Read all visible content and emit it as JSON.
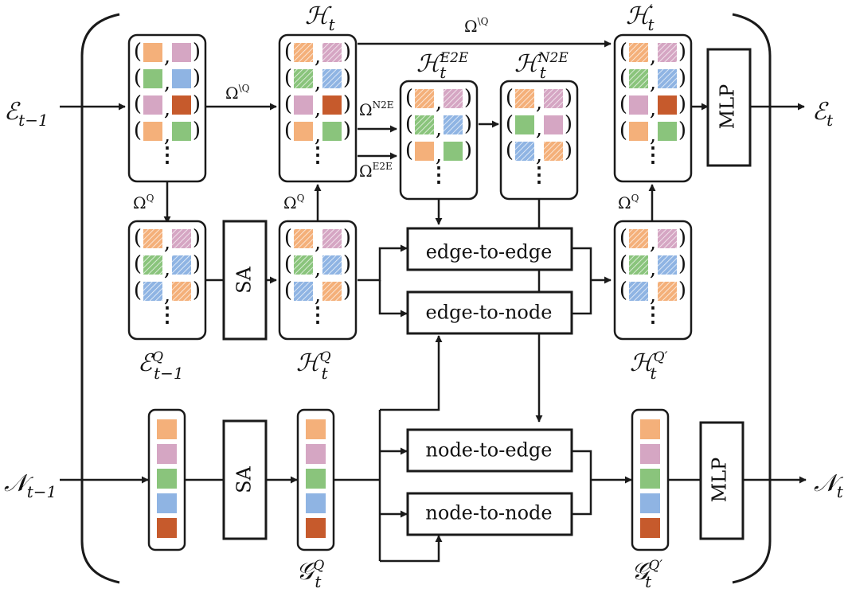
{
  "colors": {
    "orange": "#f4b07a",
    "pink": "#d5a6c3",
    "green": "#8ac47c",
    "blue": "#8fb4e3",
    "rust": "#c65a2c",
    "line": "#1a1a1a"
  },
  "symbols": {
    "E_prev": {
      "base": "ℰ",
      "sub": "t−1"
    },
    "E_next": {
      "base": "ℰ",
      "sub": "t"
    },
    "N_prev": {
      "base": "𝒩",
      "sub": "t−1"
    },
    "N_next": {
      "base": "𝒩",
      "sub": "t"
    },
    "H": {
      "base": "ℋ",
      "sub": "t"
    },
    "H_prime": {
      "base": "ℋ",
      "sup": "′",
      "sub": "t"
    },
    "H_E2E": {
      "base": "ℋ",
      "sup": "E2E",
      "sub": "t"
    },
    "H_N2E": {
      "base": "ℋ",
      "sup": "N2E",
      "sub": "t"
    },
    "E_Q": {
      "base": "ℰ",
      "sup": "Q",
      "sub": "t−1"
    },
    "H_Q": {
      "base": "ℋ",
      "sup": "Q",
      "sub": "t"
    },
    "H_Qprime": {
      "base": "ℋ",
      "sup": "Q′",
      "sub": "t"
    },
    "G_Q": {
      "base": "𝒢",
      "sup": "Q",
      "sub": "t"
    },
    "G_Qprime": {
      "base": "𝒢",
      "sup": "Q′",
      "sub": "t"
    }
  },
  "operators": {
    "omega": "Ω",
    "q": "Q",
    "not_q": "\\Q",
    "n2e": "N2E",
    "e2e": "E2E"
  },
  "blocks": {
    "sa": "SA",
    "mlp": "MLP",
    "edge_to_edge": "edge-to-edge",
    "edge_to_node": "edge-to-node",
    "node_to_edge": "node-to-edge",
    "node_to_node": "node-to-node"
  },
  "stacks": {
    "E_prev": [
      [
        "orange",
        "pink",
        false
      ],
      [
        "green",
        "blue",
        false
      ],
      [
        "pink",
        "rust",
        false
      ],
      [
        "orange",
        "green",
        false
      ]
    ],
    "H": [
      [
        "orange",
        "pink",
        true
      ],
      [
        "green",
        "blue",
        true
      ],
      [
        "pink",
        "rust",
        false
      ],
      [
        "orange",
        "green",
        false
      ]
    ],
    "H_E2E": [
      [
        "orange",
        "pink",
        true
      ],
      [
        "green",
        "blue",
        true
      ],
      [
        "orange",
        "green",
        false
      ]
    ],
    "H_N2E": [
      [
        "orange",
        "pink",
        true
      ],
      [
        "green",
        "pink",
        false
      ],
      [
        "blue",
        "orange",
        true
      ]
    ],
    "H_prime": [
      [
        "orange",
        "pink",
        true
      ],
      [
        "green",
        "blue",
        true
      ],
      [
        "pink",
        "rust",
        false
      ],
      [
        "orange",
        "green",
        false
      ]
    ],
    "E_Q": [
      [
        "orange",
        "pink",
        true
      ],
      [
        "green",
        "blue",
        true
      ],
      [
        "blue",
        "orange",
        true
      ]
    ],
    "H_Q": [
      [
        "orange",
        "pink",
        true
      ],
      [
        "green",
        "blue",
        true
      ],
      [
        "blue",
        "orange",
        true
      ]
    ],
    "H_Qprime": [
      [
        "orange",
        "pink",
        true
      ],
      [
        "green",
        "blue",
        true
      ],
      [
        "blue",
        "orange",
        true
      ]
    ]
  },
  "node_columns": {
    "N_prev": [
      "orange",
      "pink",
      "green",
      "blue",
      "rust"
    ],
    "G_Q": [
      "orange",
      "pink",
      "green",
      "blue",
      "rust"
    ],
    "G_Qprime": [
      "orange",
      "pink",
      "green",
      "blue",
      "rust"
    ]
  },
  "ellipsis": "⋮"
}
